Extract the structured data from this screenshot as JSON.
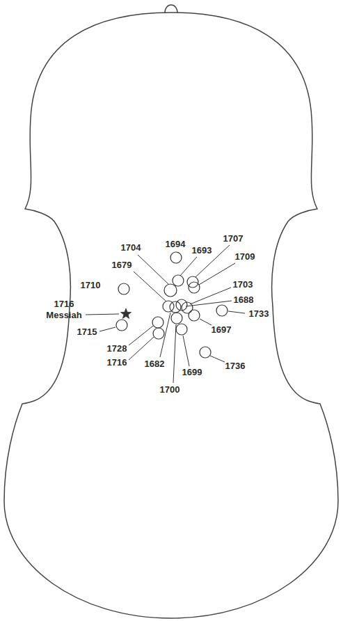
{
  "diagram": {
    "labels": [
      "1704",
      "1694",
      "1693",
      "1707",
      "1709",
      "1679",
      "1703",
      "1710",
      "1688",
      "1716 Messiah",
      "1733",
      "1715",
      "1697",
      "1728",
      "1716",
      "1682",
      "1699",
      "1736",
      "1700"
    ]
  }
}
